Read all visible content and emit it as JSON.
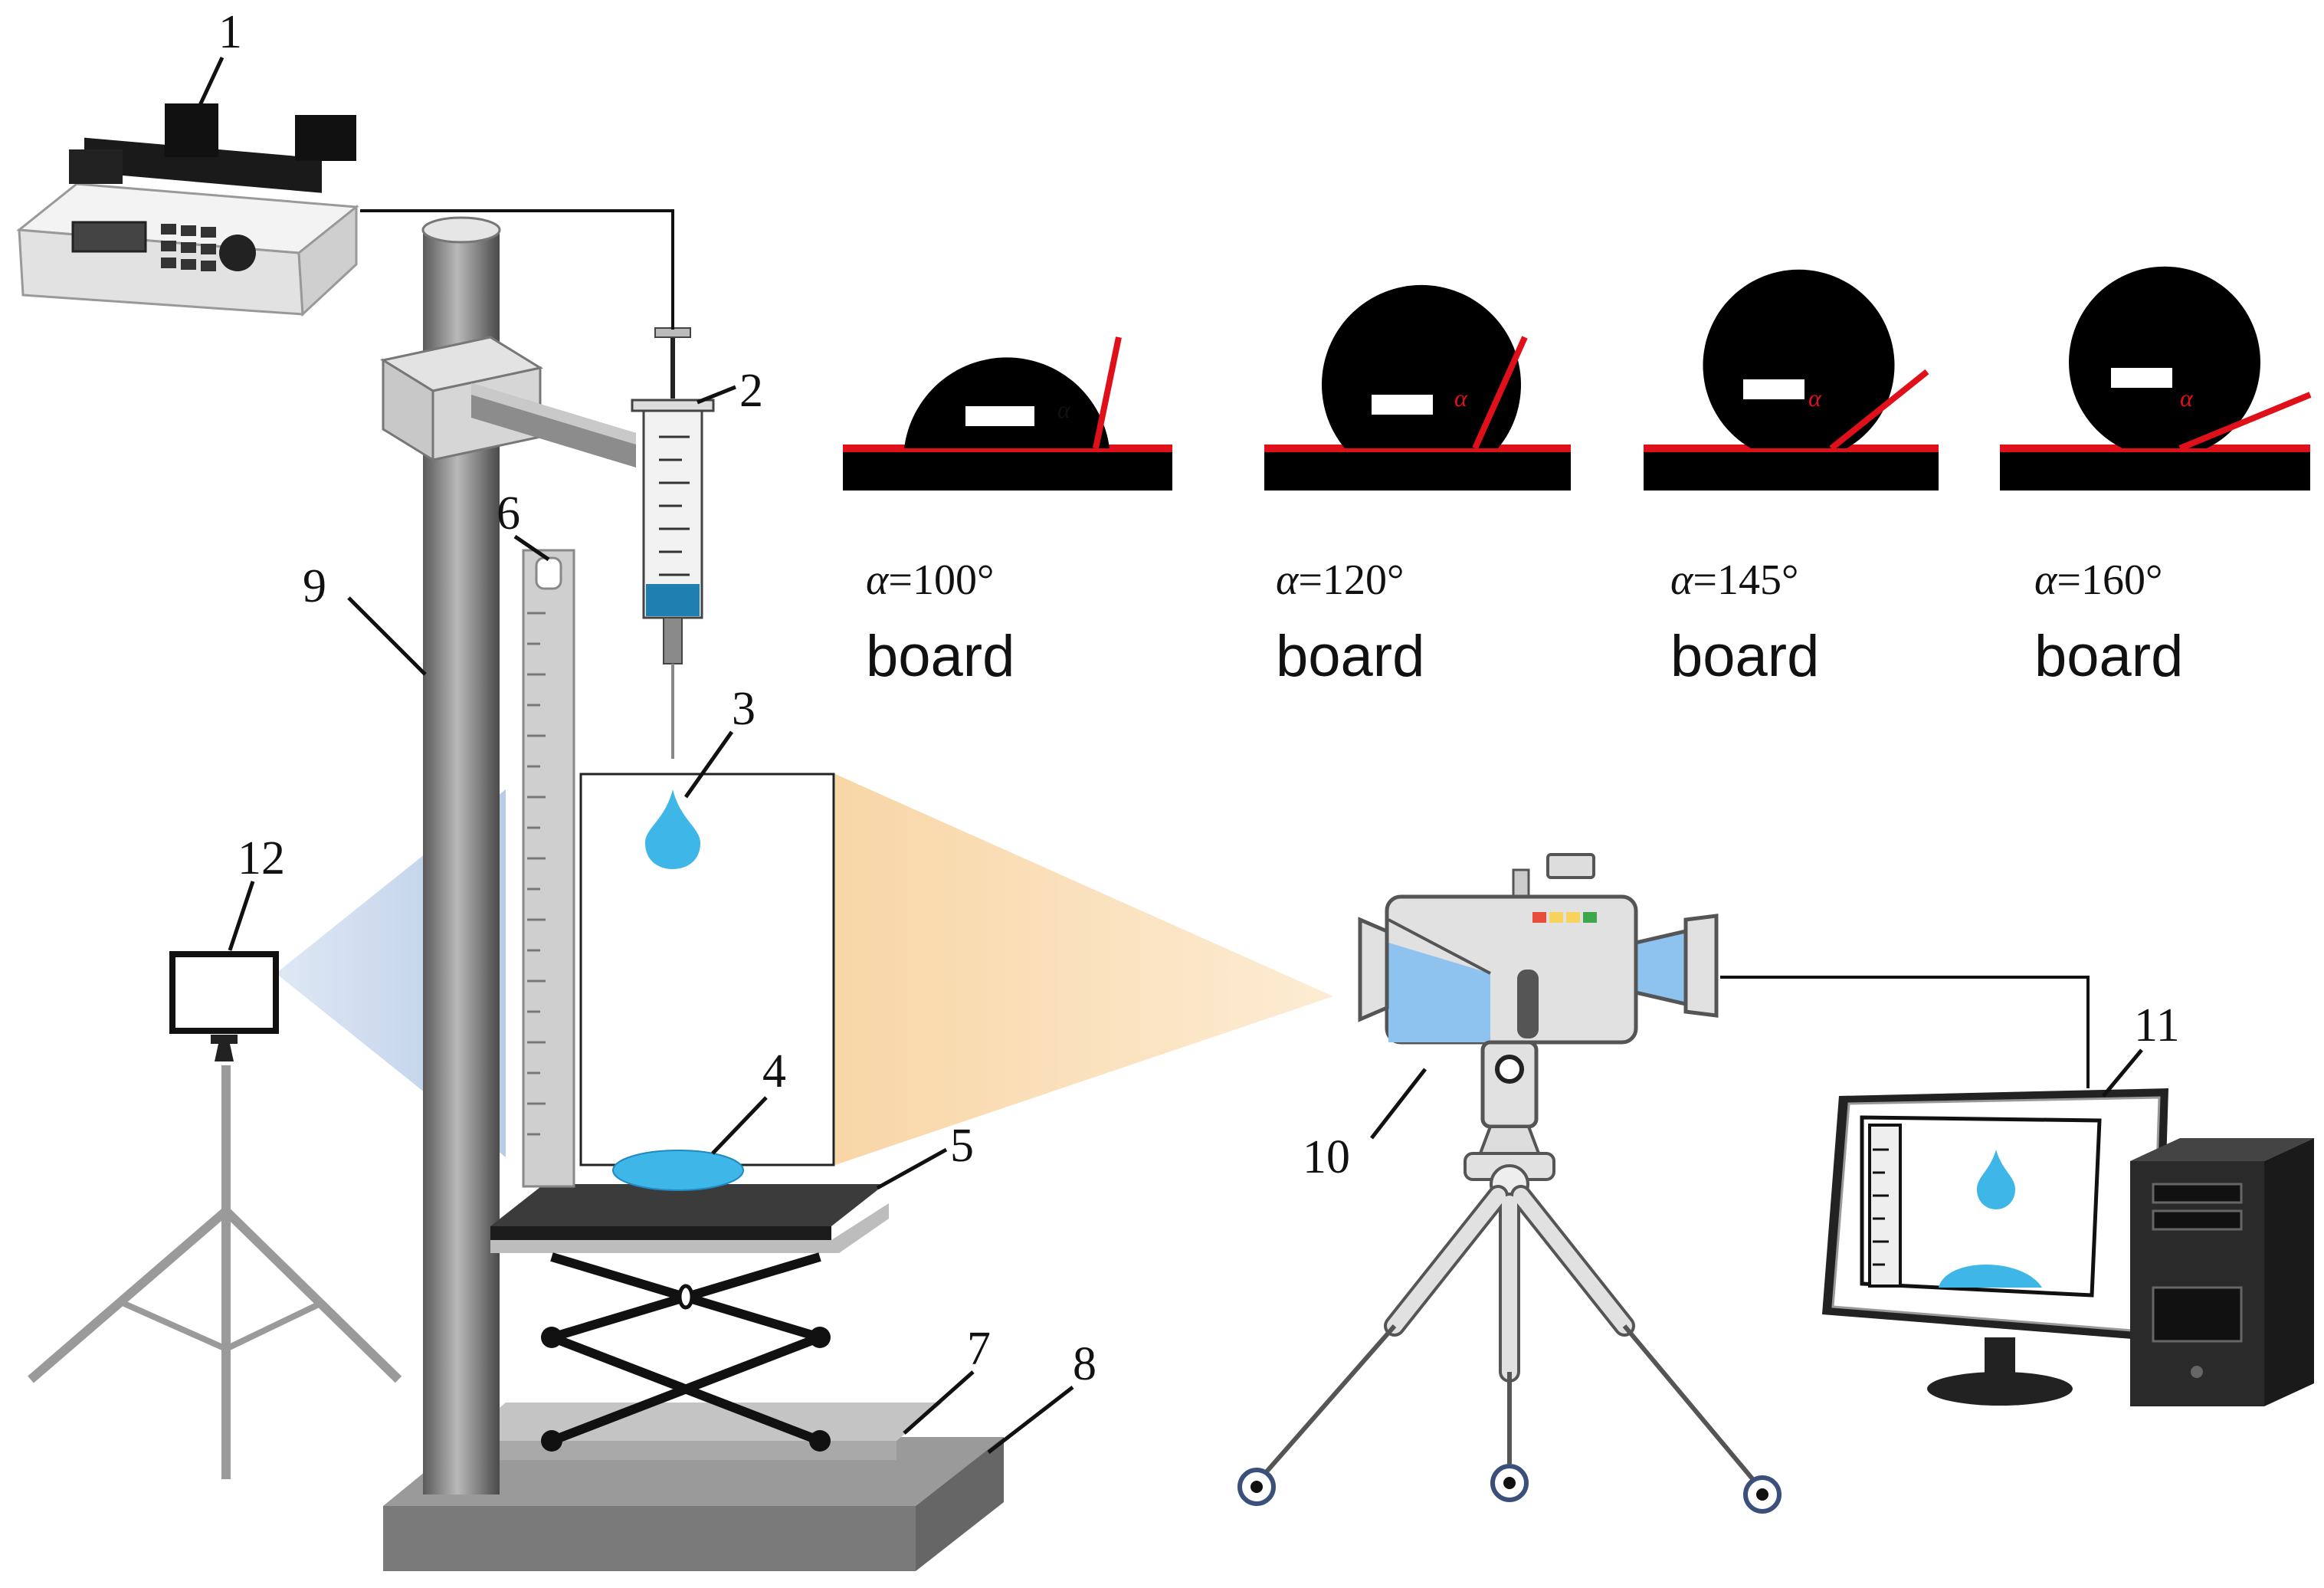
{
  "callouts": [
    "1",
    "2",
    "3",
    "4",
    "5",
    "6",
    "7",
    "8",
    "9",
    "10",
    "11",
    "12"
  ],
  "contact_angle_panels": [
    {
      "symbol": "α",
      "value": "=100°",
      "label": "board",
      "angle_deg": 100
    },
    {
      "symbol": "α",
      "value": "=120°",
      "label": "board",
      "angle_deg": 120
    },
    {
      "symbol": "α",
      "value": "=145°",
      "label": "board",
      "angle_deg": 145
    },
    {
      "symbol": "α",
      "value": "=160°",
      "label": "board",
      "angle_deg": 160
    }
  ],
  "droplet_marker": "α",
  "colors": {
    "water": "#3fb6e8",
    "tangent_line": "#e0101a",
    "droplet": "#000000",
    "light_beam_left": "#c9d9ee",
    "light_beam_right": "#f7d9ad",
    "stand_gray": "#8a8a8a",
    "camera_blue": "#8fc3ef"
  },
  "icons": [
    "syringe-pump-icon",
    "syringe-icon",
    "ruler-icon",
    "lift-table-icon",
    "light-source-icon",
    "camera-icon",
    "tripod-icon",
    "computer-monitor-icon",
    "computer-tower-icon"
  ]
}
